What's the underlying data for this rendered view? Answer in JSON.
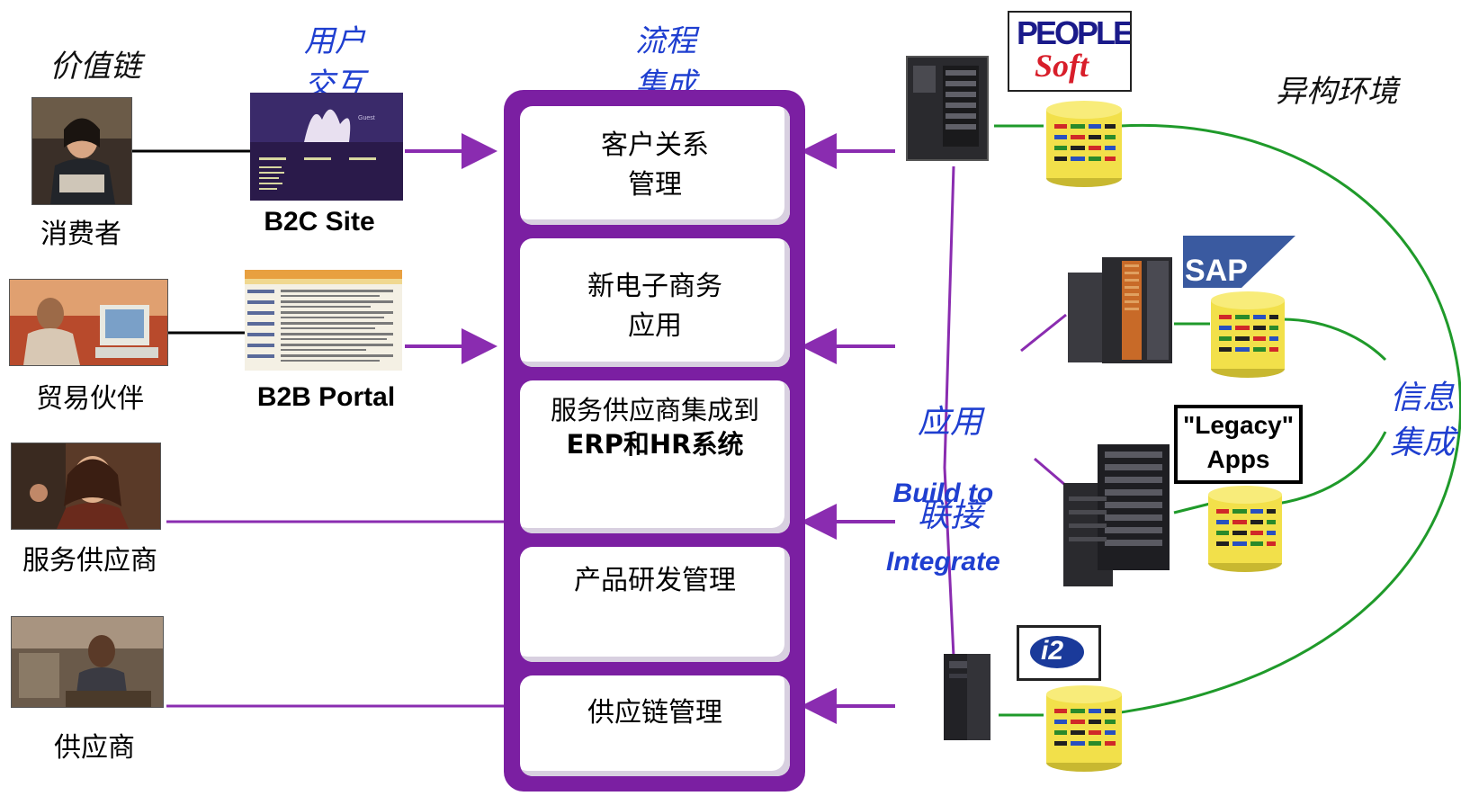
{
  "headers": {
    "value_chain": "价值链",
    "user_interaction": [
      "用户",
      "交互"
    ],
    "process_integration": [
      "流程",
      "集成"
    ],
    "hetero_env": "异构环境",
    "app_connect": [
      "应用",
      "联接"
    ],
    "build_integrate": [
      "Build to",
      "Integrate"
    ],
    "info_integration": [
      "信息",
      "集成"
    ]
  },
  "participants": [
    {
      "label": "消费者"
    },
    {
      "label": "贸易伙伴"
    },
    {
      "label": "服务供应商"
    },
    {
      "label": "供应商"
    }
  ],
  "sites": [
    {
      "label": "B2C Site"
    },
    {
      "label": "B2B Portal"
    }
  ],
  "processes": [
    {
      "label": "客户关系\n管理"
    },
    {
      "label": "新电子商务\n应用"
    },
    {
      "label_zh": "服务供应商集成到",
      "label_en": "ERP和HR系统"
    },
    {
      "label": "产品研发管理"
    },
    {
      "label": "供应链管理"
    }
  ],
  "systems": {
    "peoplesoft_logo": [
      "PEOPLE",
      "Soft"
    ],
    "sap_logo": "SAP",
    "legacy": "\"Legacy\"\nApps",
    "i2_logo": "i2"
  },
  "colors": {
    "purple": "#7b1fa2",
    "arrow": "#8a2cb0",
    "green": "#1f9a2a",
    "blue_text": "#1f3fd0",
    "db_yellow": "#f2e04a"
  }
}
